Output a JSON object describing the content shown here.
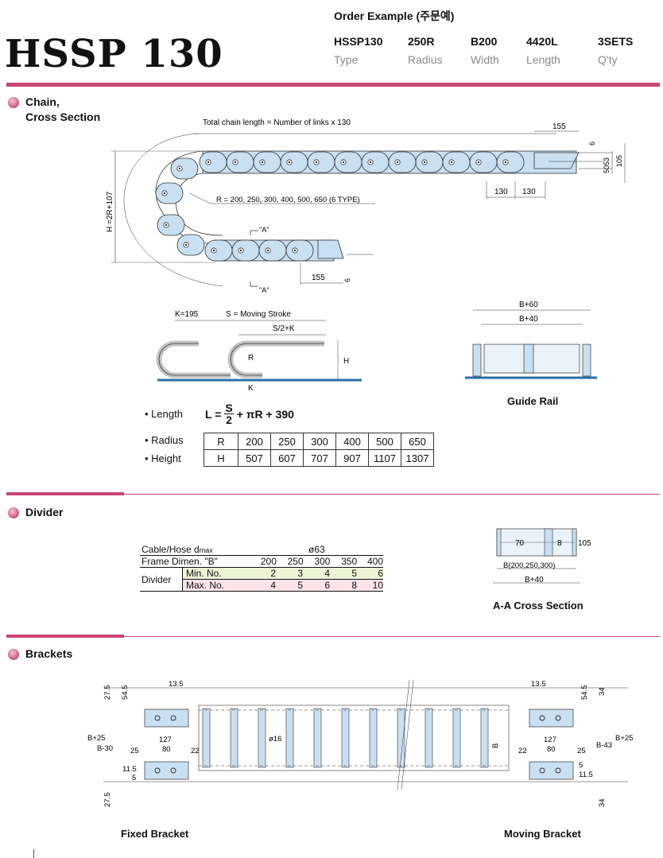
{
  "header": {
    "title": "HSSP 130",
    "order_title": "Order Example (주문예)",
    "order": [
      {
        "value": "HSSP130",
        "label": "Type"
      },
      {
        "value": "250R",
        "label": "Radius"
      },
      {
        "value": "B200",
        "label": "Width"
      },
      {
        "value": "4420L",
        "label": "Length"
      },
      {
        "value": "3SETS",
        "label": "Q'ty"
      }
    ]
  },
  "sections": {
    "chain": {
      "title_line1": "Chain,",
      "title_line2": "Cross Section"
    },
    "divider": {
      "title": "Divider"
    },
    "brackets": {
      "title": "Brackets"
    }
  },
  "chain_drawing": {
    "total_length": "Total chain length = Number of links x 130",
    "radius_note": "R = 200, 250, 300, 400, 500, 650 (6 TYPE)",
    "h_label": "H =2R+107",
    "dim_155_top": "155",
    "dim_155_bot": "155",
    "dim_6_top": "6",
    "dim_6_bot": "6",
    "dim_5053": "5053",
    "dim_105": "105",
    "pitch1": "130",
    "pitch2": "130",
    "section_a_top": "\"A\"",
    "section_a_bot": "\"A\""
  },
  "stroke_drawing": {
    "k195": "K=195",
    "moving_stroke": "S = Moving Stroke",
    "half_stroke": "S/2+K",
    "r": "R",
    "h": "H",
    "k": "K"
  },
  "guide_rail": {
    "b60": "B+60",
    "b40": "B+40",
    "caption": "Guide Rail"
  },
  "formulas": {
    "length_label": "• Length",
    "length_formula": {
      "lhs": "L =",
      "num": "S",
      "den": "2",
      "rest": "+ πR + 390"
    },
    "radius_label": "• Radius",
    "height_label": "• Height",
    "radius_row": [
      "R",
      "200",
      "250",
      "300",
      "400",
      "500",
      "650"
    ],
    "height_row": [
      "H",
      "507",
      "607",
      "707",
      "907",
      "1107",
      "1307"
    ]
  },
  "divider_table": {
    "cable_label": "Cable/Hose d",
    "cable_sub": "max",
    "cable_value": "ø63",
    "frame_label": "Frame Dimen. \"B\"",
    "frame_values": [
      "200",
      "250",
      "300",
      "350",
      "400"
    ],
    "divider_label": "Divider",
    "min_label": "Min. No.",
    "min_values": [
      "2",
      "3",
      "4",
      "5",
      "6"
    ],
    "max_label": "Max. No.",
    "max_values": [
      "4",
      "5",
      "6",
      "8",
      "10"
    ]
  },
  "aa_section": {
    "d70": "70",
    "d8": "8",
    "d105": "105",
    "b_range": "B(200,250,300)",
    "b40": "B+40",
    "caption": "A-A Cross Section"
  },
  "brackets_drawing": {
    "fixed_caption": "Fixed Bracket",
    "moving_caption": "Moving Bracket",
    "l_275_top": "27.5",
    "l_545": "54.5",
    "l_135": "13.5",
    "l_b25": "B+25",
    "l_b30": "B-30",
    "l_127": "127",
    "l_80": "80",
    "l_25": "25",
    "l_22": "22",
    "l_115": "11.5",
    "l_5": "5",
    "l_275_bot": "27.5",
    "phi16": "ø16",
    "b": "B",
    "r_135": "13.5",
    "r_545": "54.5",
    "r_34_top": "34",
    "r_b25": "B+25",
    "r_b43": "B-43",
    "r_127": "127",
    "r_80": "80",
    "r_25": "25",
    "r_22": "22",
    "r_5": "5",
    "r_115": "11.5",
    "r_34_bot": "34"
  }
}
